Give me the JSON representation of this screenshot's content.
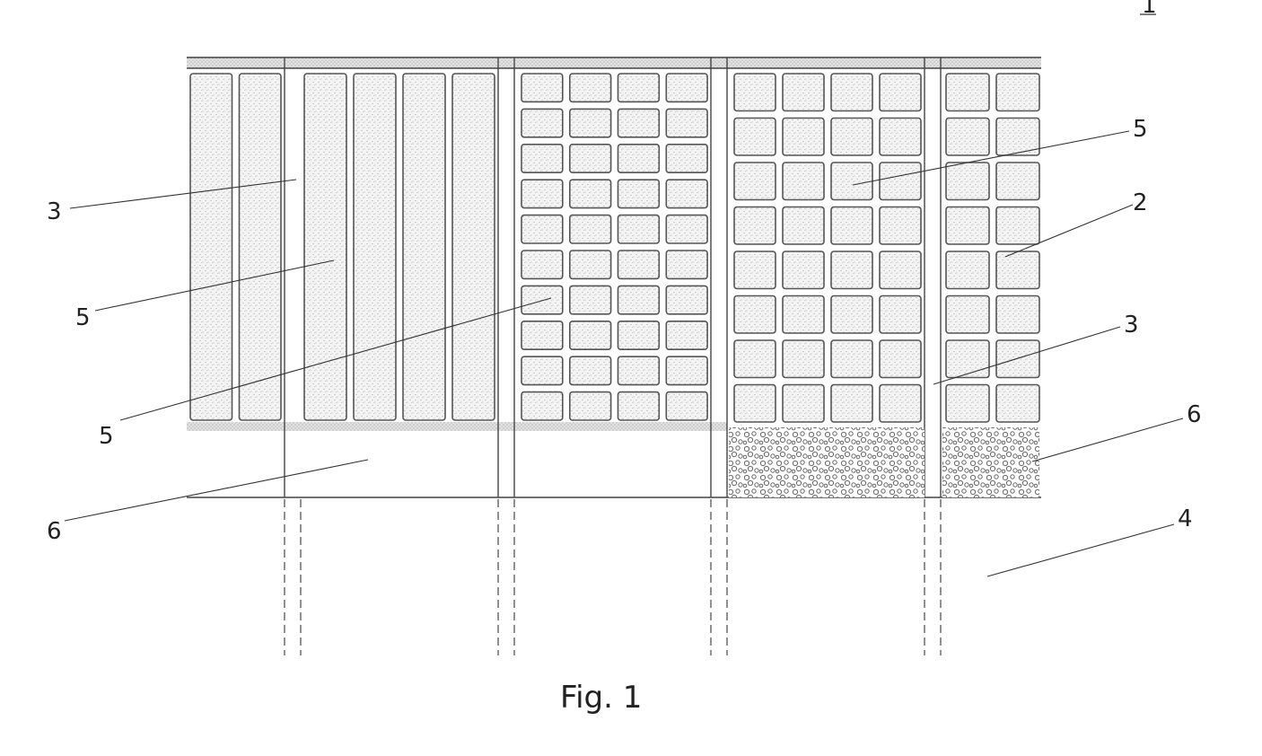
{
  "figure": {
    "number_label": "1",
    "caption": "Fig. 1",
    "fill_pattern": {
      "stipple": "#b8b8b8",
      "gravel": "#6a6a6a",
      "line": "#444444"
    }
  },
  "references": [
    {
      "id": "ref-3-left",
      "text": "3"
    },
    {
      "id": "ref-5-left-upper",
      "text": "5"
    },
    {
      "id": "ref-5-left-lower",
      "text": "5"
    },
    {
      "id": "ref-6-left",
      "text": "6"
    },
    {
      "id": "ref-5-right",
      "text": "5"
    },
    {
      "id": "ref-2-right",
      "text": "2"
    },
    {
      "id": "ref-3-right",
      "text": "3"
    },
    {
      "id": "ref-6-right",
      "text": "6"
    },
    {
      "id": "ref-4-right",
      "text": "4"
    }
  ],
  "panels": [
    {
      "name": "panel-1-strips",
      "type": "strips",
      "columns": 2,
      "gravel_base": false
    },
    {
      "name": "panel-2-strips",
      "type": "strips",
      "columns": 4,
      "gravel_base": false
    },
    {
      "name": "panel-3-grid",
      "type": "grid",
      "columns": 4,
      "rows": 10,
      "gravel_base": false
    },
    {
      "name": "panel-4-grid",
      "type": "grid",
      "columns": 4,
      "rows": 8,
      "gravel_base": true
    },
    {
      "name": "panel-5-grid",
      "type": "grid",
      "columns": 2,
      "rows": 8,
      "gravel_base": true
    }
  ]
}
